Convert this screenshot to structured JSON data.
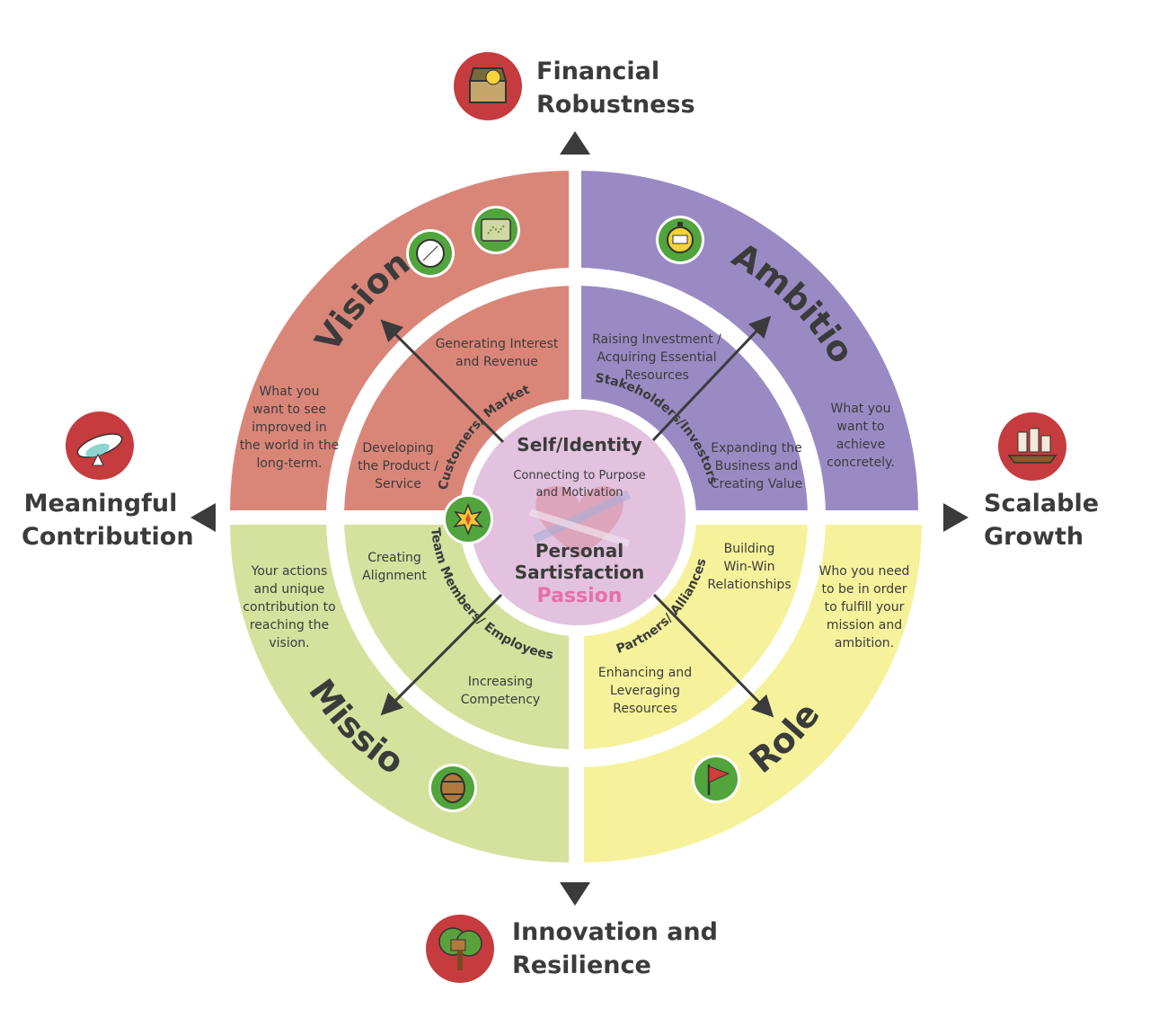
{
  "colors": {
    "vision": "#d98679",
    "ambition": "#9a8ac4",
    "mission": "#d4e29e",
    "role": "#f6f29c",
    "center": "#e2c2df",
    "passion": "#e66fa8",
    "icon_red": "#c63b3e",
    "icon_green": "#52a43c",
    "text": "#3b3b3b"
  },
  "directions": {
    "top": [
      "Financial",
      "Robustness"
    ],
    "left": [
      "Meaningful",
      "Contribution"
    ],
    "right": [
      "Scalable",
      "Growth"
    ],
    "bottom": [
      "Innovation and",
      "Resilience"
    ]
  },
  "quadrants": {
    "vision": {
      "title": "Vision",
      "outer_text": [
        "What you",
        "want to see",
        "improved in",
        "the world in the",
        "long-term."
      ],
      "inner_text_1": [
        "Generating Interest",
        "and Revenue"
      ],
      "inner_text_2": [
        "Developing",
        "the Product /",
        "Service"
      ],
      "axis_label": "Customers/ Market",
      "icons": [
        "compass-icon",
        "treasure-map-icon"
      ]
    },
    "ambition": {
      "title": "Ambition",
      "outer_text": [
        "What you",
        "want to",
        "achieve",
        "concretely."
      ],
      "inner_text_1": [
        "Raising Investment /",
        "Acquiring Essential",
        "Resources"
      ],
      "inner_text_2": [
        "Expanding the",
        "Business and",
        "Creating Value"
      ],
      "axis_label": "Stakeholders/Investors",
      "icons": [
        "stopwatch-icon"
      ]
    },
    "mission": {
      "title": "Mission",
      "outer_text": [
        "Your actions",
        "and unique",
        "contribution to",
        "reaching the",
        "vision."
      ],
      "inner_text_1": [
        "Creating",
        "Alignment"
      ],
      "inner_text_2": [
        "Increasing",
        "Competency"
      ],
      "axis_label": "Team Members/ Employees",
      "icons": [
        "barrel-icon",
        "explosion-icon"
      ]
    },
    "role": {
      "title": "Role",
      "outer_text": [
        "Who you need",
        "to be in order",
        "to fulfill your",
        "mission and",
        "ambition."
      ],
      "inner_text_1": [
        "Building",
        "Win-Win",
        "Relationships"
      ],
      "inner_text_2": [
        "Enhancing and",
        "Leveraging",
        "Resources"
      ],
      "axis_label": "Partners/ Alliances",
      "icons": [
        "flag-icon"
      ]
    }
  },
  "center": {
    "title": "Self/Identity",
    "subtitle": [
      "Connecting to Purpose",
      "and Motivation"
    ],
    "personal": [
      "Personal",
      "Sartisfaction"
    ],
    "passion": "Passion"
  },
  "corner_icons": {
    "top": "treasure-chest-icon",
    "left": "airship-icon",
    "right": "ships-icon",
    "bottom": "treehouse-icon"
  }
}
